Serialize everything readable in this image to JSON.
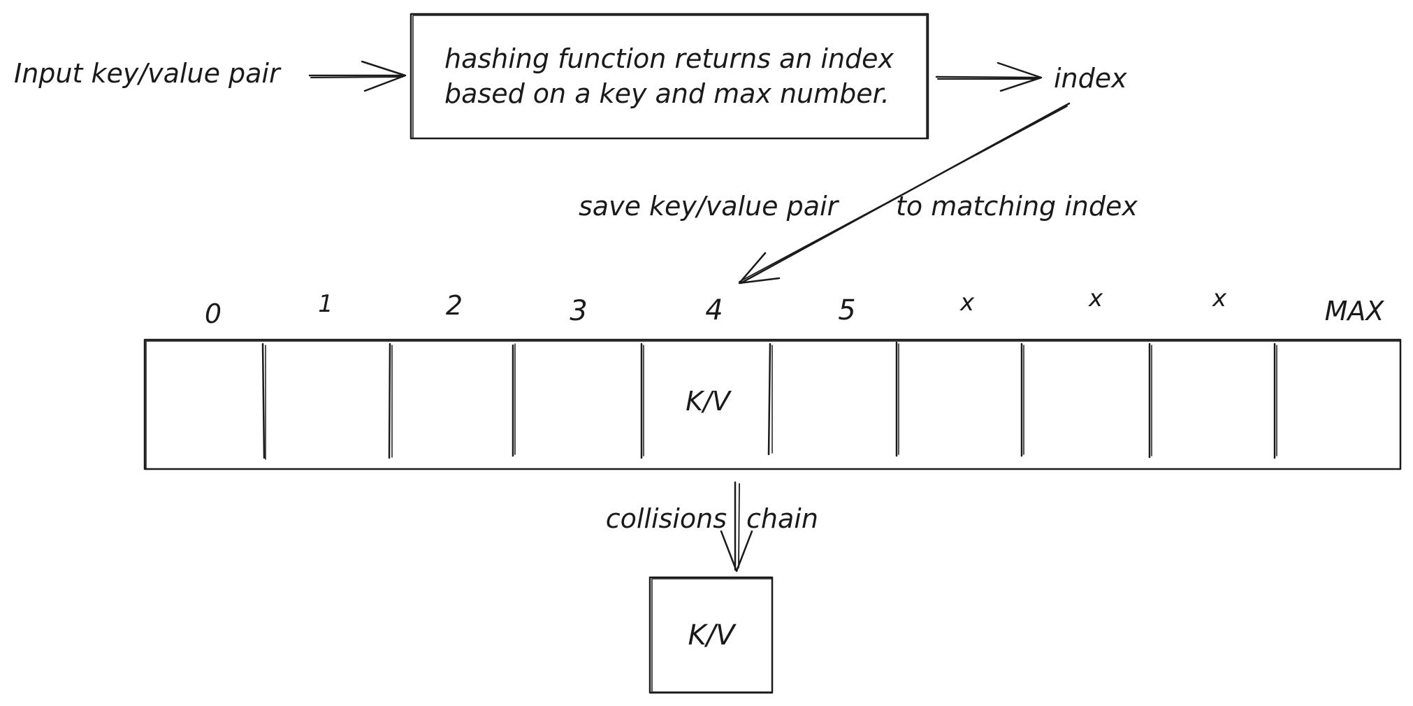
{
  "input_label": "Input key/value pair",
  "hash_box": {
    "line1": "hashing function returns an index",
    "line2": "based on a key and max number."
  },
  "index_label": "index",
  "save_label": {
    "left": "save key/value pair",
    "right": "to matching index"
  },
  "slot_labels": [
    "0",
    "1",
    "2",
    "3",
    "4",
    "5",
    "x",
    "x",
    "x",
    "MAX"
  ],
  "slot_content": "K/V",
  "collision_label": {
    "left": "collisions",
    "right": "chain"
  },
  "chain_node": "K/V"
}
